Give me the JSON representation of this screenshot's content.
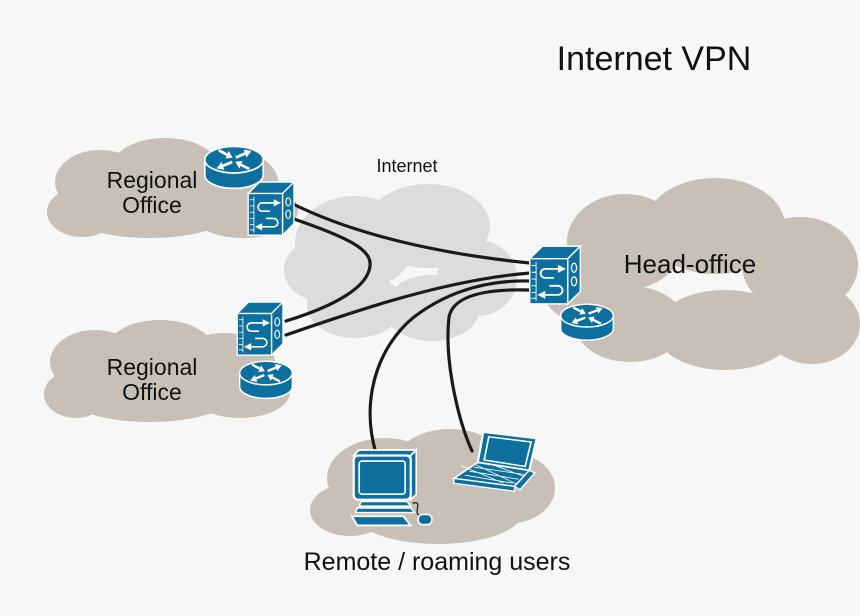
{
  "title": "Internet VPN",
  "colors": {
    "background": "#f7f7f7",
    "site_cloud": "#c8c0b6",
    "internet_cloud": "#dcdcdc",
    "device_blue": "#0d6f9e",
    "tunnel_line": "#1a1a1a",
    "text": "#111111"
  },
  "clouds": {
    "internet": {
      "label": "Internet"
    },
    "regional_top": {
      "line1": "Regional",
      "line2": "Office"
    },
    "regional_bottom": {
      "line1": "Regional",
      "line2": "Office"
    },
    "head_office": {
      "label": "Head-office"
    },
    "remote_users": {
      "label": "Remote / roaming users"
    }
  },
  "icons": {
    "router": "cisco-style router cylinder with four white arrows",
    "vpn_gateway": "3D box with right/left U-turn arrows and two oval ports",
    "desktop": "desktop computer with monitor, keyboard and mouse",
    "laptop": "open laptop"
  },
  "tunnels": {
    "count": 5,
    "description": "black curved VPN tunnel lines through the Internet cloud"
  }
}
